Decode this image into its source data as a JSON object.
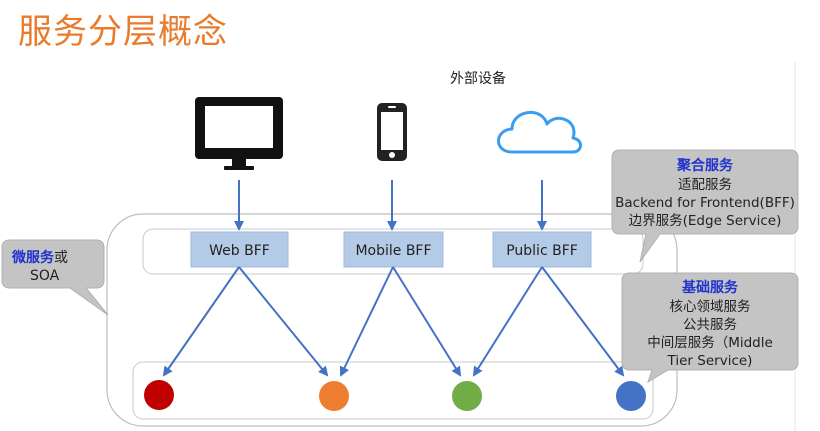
{
  "title": "服务分层概念",
  "external_label": "外部设备",
  "bffs": [
    "Web BFF",
    "Mobile BFF",
    "Public BFF"
  ],
  "callout_micro": {
    "bold": "微服务",
    "normal": "或",
    "line2": "SOA"
  },
  "callout_agg": {
    "title": "聚合服务",
    "lines": [
      "适配服务",
      "Backend for Frontend(BFF)",
      "边界服务(Edge Service)"
    ]
  },
  "callout_base": {
    "title": "基础服务",
    "lines": [
      "核心领域服务",
      "公共服务",
      "中间层服务（Middle",
      "Tier Service)"
    ]
  },
  "colors": {
    "title": "#e87b2c",
    "arrow": "#4472c4",
    "bff_fill": "#b4cbe8",
    "callout_title": "#2233cc",
    "circle_red": "#c00000",
    "circle_orange": "#ed7d31",
    "circle_green": "#70ad47",
    "circle_blue": "#4472c4"
  },
  "icons": [
    "monitor-icon",
    "phone-icon",
    "cloud-icon"
  ]
}
